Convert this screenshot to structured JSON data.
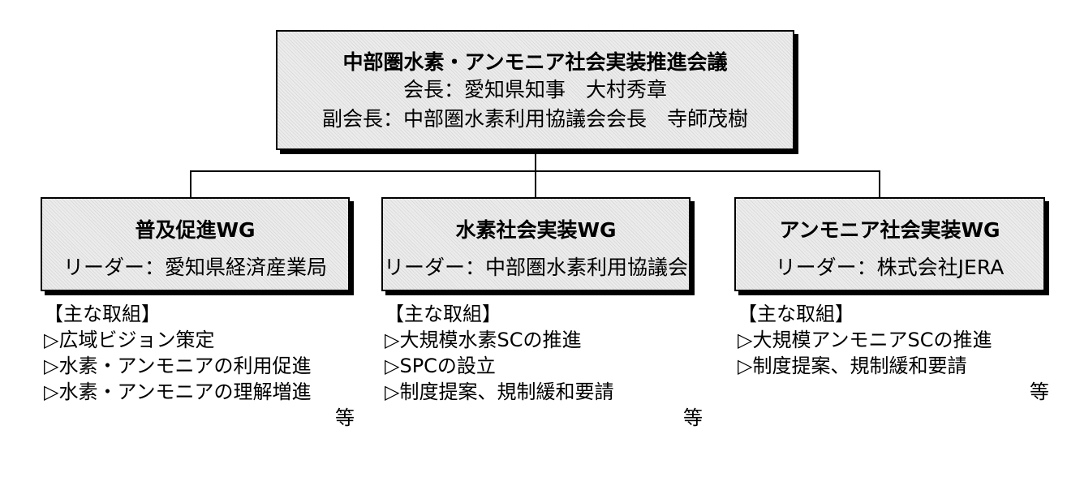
{
  "council": {
    "title": "中部圏水素・アンモニア社会実装推進会議",
    "chair": "会長：愛知県知事　大村秀章",
    "vice_chair": "副会長：中部圏水素利用協議会会長　寺師茂樹"
  },
  "working_groups": [
    {
      "title": "普及促進WG",
      "leader": "リーダー：愛知県経済産業局",
      "activities_heading": "【主な取組】",
      "activities": [
        "▷広域ビジョン策定",
        "▷水素・アンモニアの利用促進",
        "▷水素・アンモニアの理解増進"
      ],
      "etc": "等"
    },
    {
      "title": "水素社会実装WG",
      "leader": "リーダー：中部圏水素利用協議会",
      "activities_heading": "【主な取組】",
      "activities": [
        "▷大規模水素SCの推進",
        "▷SPCの設立",
        "▷制度提案、規制緩和要請"
      ],
      "etc": "等"
    },
    {
      "title": "アンモニア社会実装WG",
      "leader": "リーダー：株式会社JERA",
      "activities_heading": "【主な取組】",
      "activities": [
        "▷大規模アンモニアSCの推進",
        "▷制度提案、規制緩和要請"
      ],
      "etc": "等"
    }
  ]
}
